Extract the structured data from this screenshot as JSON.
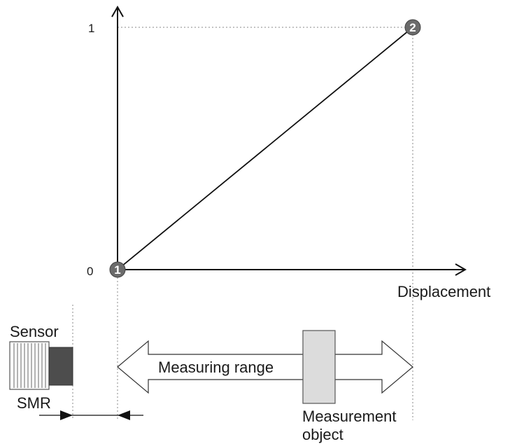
{
  "axes": {
    "y_tick_top": "1",
    "y_tick_bottom": "0",
    "x_label": "Displacement"
  },
  "markers": {
    "start": "1",
    "end": "2"
  },
  "labels": {
    "sensor": "Sensor",
    "smr": "SMR",
    "measuring_range": "Measuring range",
    "measurement_object_line1": "Measurement",
    "measurement_object_line2": "object"
  },
  "colors": {
    "axis": "#111111",
    "guide": "#888888",
    "marker_fill": "#6b6b6b",
    "object_fill": "#dcdcdc",
    "sensor_body": "#4d4d4d"
  }
}
